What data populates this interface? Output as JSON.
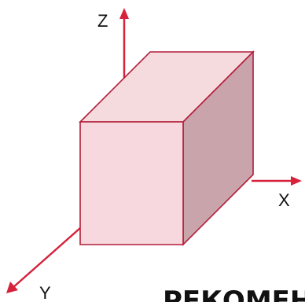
{
  "axes": {
    "z_label": "Z",
    "x_label": "X",
    "y_label": "Y"
  },
  "caption": "РЕКОМЕН",
  "colors": {
    "axis": "#d6223b",
    "outline": "#b21e3a",
    "front_face": "#f7d8de",
    "top_face": "#f5dade",
    "side_face": "#c9a5ab"
  }
}
